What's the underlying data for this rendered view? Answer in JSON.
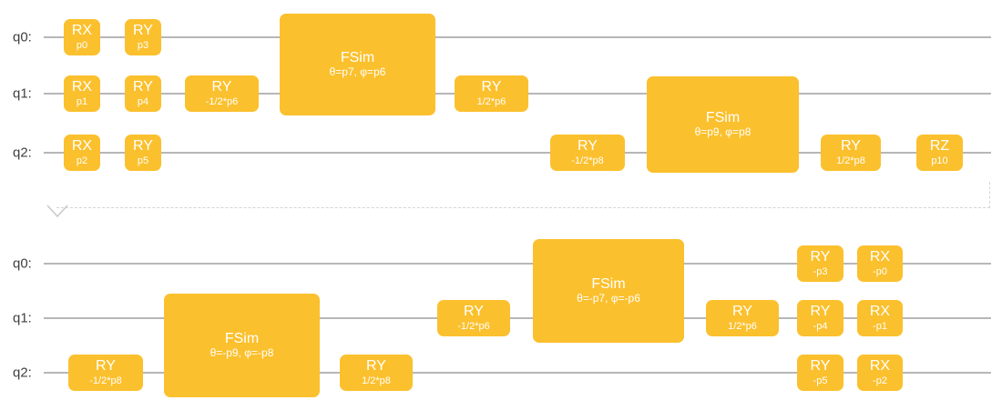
{
  "colors": {
    "gate": "#FBC02D",
    "gate_text": "#FFFFFF",
    "wire": "#B7B7B7",
    "label": "#404040",
    "connector": "#D4D4D4"
  },
  "top": {
    "wires": [
      "q0:",
      "q1:",
      "q2:"
    ],
    "gates": [
      {
        "name": "RX",
        "param": "p0"
      },
      {
        "name": "RY",
        "param": "p3"
      },
      {
        "name": "RX",
        "param": "p1"
      },
      {
        "name": "RY",
        "param": "p4"
      },
      {
        "name": "RY",
        "param": "-1/2*p6"
      },
      {
        "name": "FSim",
        "param": "θ=p7, φ=p6"
      },
      {
        "name": "RY",
        "param": "1/2*p6"
      },
      {
        "name": "RX",
        "param": "p2"
      },
      {
        "name": "RY",
        "param": "p5"
      },
      {
        "name": "RY",
        "param": "-1/2*p8"
      },
      {
        "name": "FSim",
        "param": "θ=p9, φ=p8"
      },
      {
        "name": "RY",
        "param": "1/2*p8"
      },
      {
        "name": "RZ",
        "param": "p10"
      }
    ]
  },
  "bottom": {
    "wires": [
      "q0:",
      "q1:",
      "q2:"
    ],
    "gates": [
      {
        "name": "RY",
        "param": "-1/2*p8"
      },
      {
        "name": "FSim",
        "param": "θ=-p9, φ=-p8"
      },
      {
        "name": "RY",
        "param": "1/2*p8"
      },
      {
        "name": "RY",
        "param": "-1/2*p6"
      },
      {
        "name": "FSim",
        "param": "θ=-p7, φ=-p6"
      },
      {
        "name": "RY",
        "param": "1/2*p6"
      },
      {
        "name": "RY",
        "param": "-p3"
      },
      {
        "name": "RX",
        "param": "-p0"
      },
      {
        "name": "RY",
        "param": "-p4"
      },
      {
        "name": "RX",
        "param": "-p1"
      },
      {
        "name": "RY",
        "param": "-p5"
      },
      {
        "name": "RX",
        "param": "-p2"
      }
    ]
  }
}
